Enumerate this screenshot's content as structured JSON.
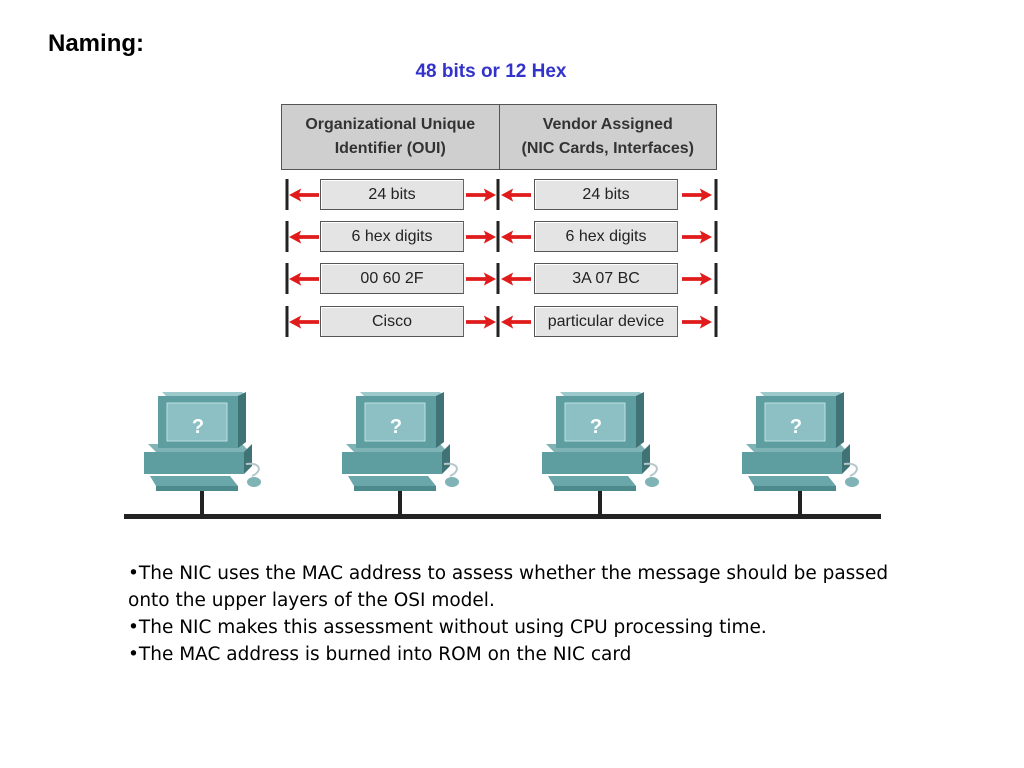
{
  "title": "Naming:",
  "subtitle": "48 bits or 12 Hex",
  "table": {
    "headers": [
      [
        "Organizational Unique",
        "Identifier (OUI)"
      ],
      [
        "Vendor Assigned",
        "(NIC Cards, Interfaces)"
      ]
    ],
    "rows": [
      {
        "left": "24 bits",
        "right": "24 bits"
      },
      {
        "left": "6 hex digits",
        "right": "6 hex digits"
      },
      {
        "left": "00 60 2F",
        "right": "3A 07 BC"
      },
      {
        "left": "Cisco",
        "right": "particular device"
      }
    ]
  },
  "computers": [
    {
      "screen_label": "?"
    },
    {
      "screen_label": "?"
    },
    {
      "screen_label": "?"
    },
    {
      "screen_label": "?"
    }
  ],
  "bullets": [
    "•The NIC uses the MAC address to assess whether the message should be passed onto the upper layers of the OSI model.",
    "•The NIC makes this assessment without using CPU processing time.",
    "•The MAC address is burned into ROM on the NIC card"
  ],
  "colors": {
    "subtitle": "#3333cc",
    "arrow": "#e01b1b",
    "header_fill": "#cfcfcf",
    "computer": "#5e9ea0",
    "screen": "#8cc0c4"
  },
  "icons": [
    "computer-icon",
    "red-arrow-icon",
    "network-bus"
  ]
}
